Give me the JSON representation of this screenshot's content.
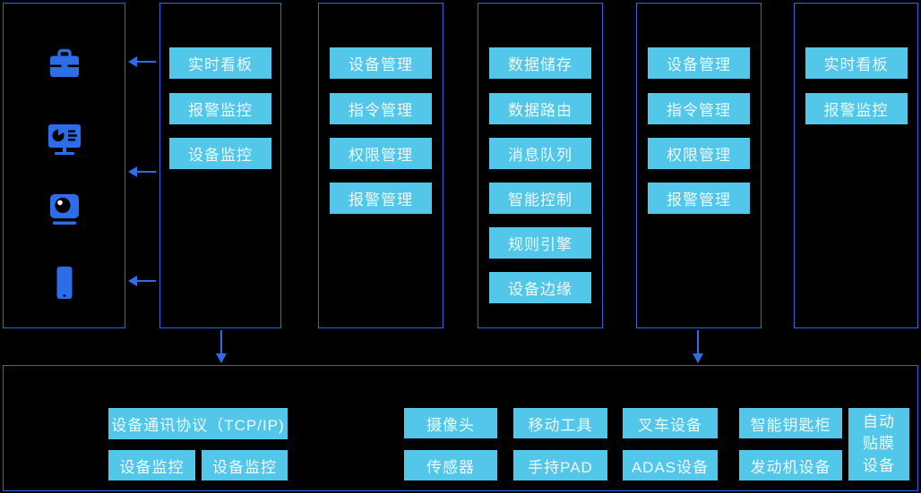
{
  "colors": {
    "background": "#000000",
    "panel_border_blue": "#2d66e4",
    "icon_arrow_blue": "#2e6de9",
    "node_cyan": "#53c7e9",
    "node_text": "#edfaff"
  },
  "terminal_panel": {
    "icons": [
      {
        "name": "toolbox-icon"
      },
      {
        "name": "dashboard-monitor-icon"
      },
      {
        "name": "webcam-icon"
      },
      {
        "name": "mobile-phone-icon"
      }
    ]
  },
  "columns": [
    {
      "name": "monitoring-apps",
      "items": [
        "实时看板",
        "报警监控",
        "设备监控"
      ]
    },
    {
      "name": "device-management",
      "items": [
        "设备管理",
        "指令管理",
        "权限管理",
        "报警管理"
      ]
    },
    {
      "name": "data-core-services",
      "items": [
        "数据储存",
        "数据路由",
        "消息队列",
        "智能控制",
        "规则引擎",
        "设备边缘"
      ]
    },
    {
      "name": "device-management-2",
      "items": [
        "设备管理",
        "指令管理",
        "权限管理",
        "报警管理"
      ]
    },
    {
      "name": "monitoring-apps-2",
      "items": [
        "实时看板",
        "报警监控"
      ]
    }
  ],
  "bottom_panel": {
    "protocol_label": "设备通讯协议（TCP/IP)",
    "protocol_sub": [
      "设备监控",
      "设备监控"
    ],
    "devices_row1": [
      "摄像头",
      "移动工具",
      "叉车设备",
      "智能钥匙柜"
    ],
    "devices_row2": [
      "传感器",
      "手持PAD",
      "ADAS设备",
      "发动机设备"
    ],
    "tall_device_lines": [
      "自动",
      "贴膜",
      "设备"
    ]
  }
}
